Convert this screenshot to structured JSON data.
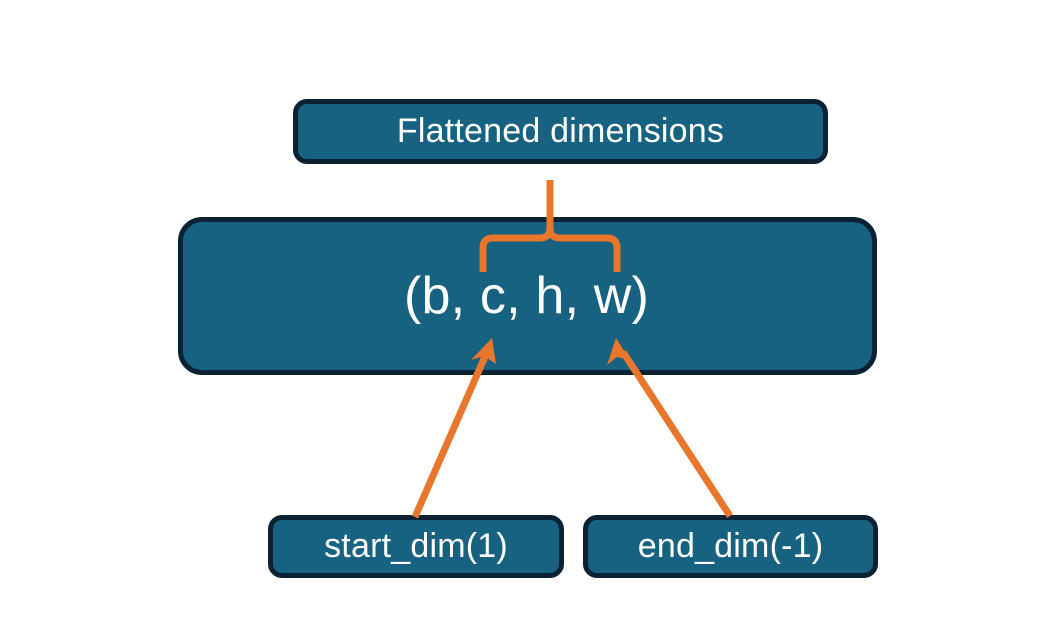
{
  "diagram": {
    "title_node": {
      "label": "Flattened dimensions"
    },
    "tensor_node": {
      "label": "(b, c, h, w)"
    },
    "argument_nodes": [
      {
        "label": "start_dim(1)"
      },
      {
        "label": "end_dim(-1)"
      }
    ],
    "connectors": {
      "brace_name": "curly-brace-over-flattened-dims",
      "arrow_left_name": "arrow-start-dim-to-c",
      "arrow_right_name": "arrow-end-dim-to-w"
    },
    "colors": {
      "node_fill": "#166280",
      "node_border": "#0a2233",
      "node_text": "#ffffff",
      "accent": "#E8762C",
      "background": "#ffffff"
    }
  }
}
